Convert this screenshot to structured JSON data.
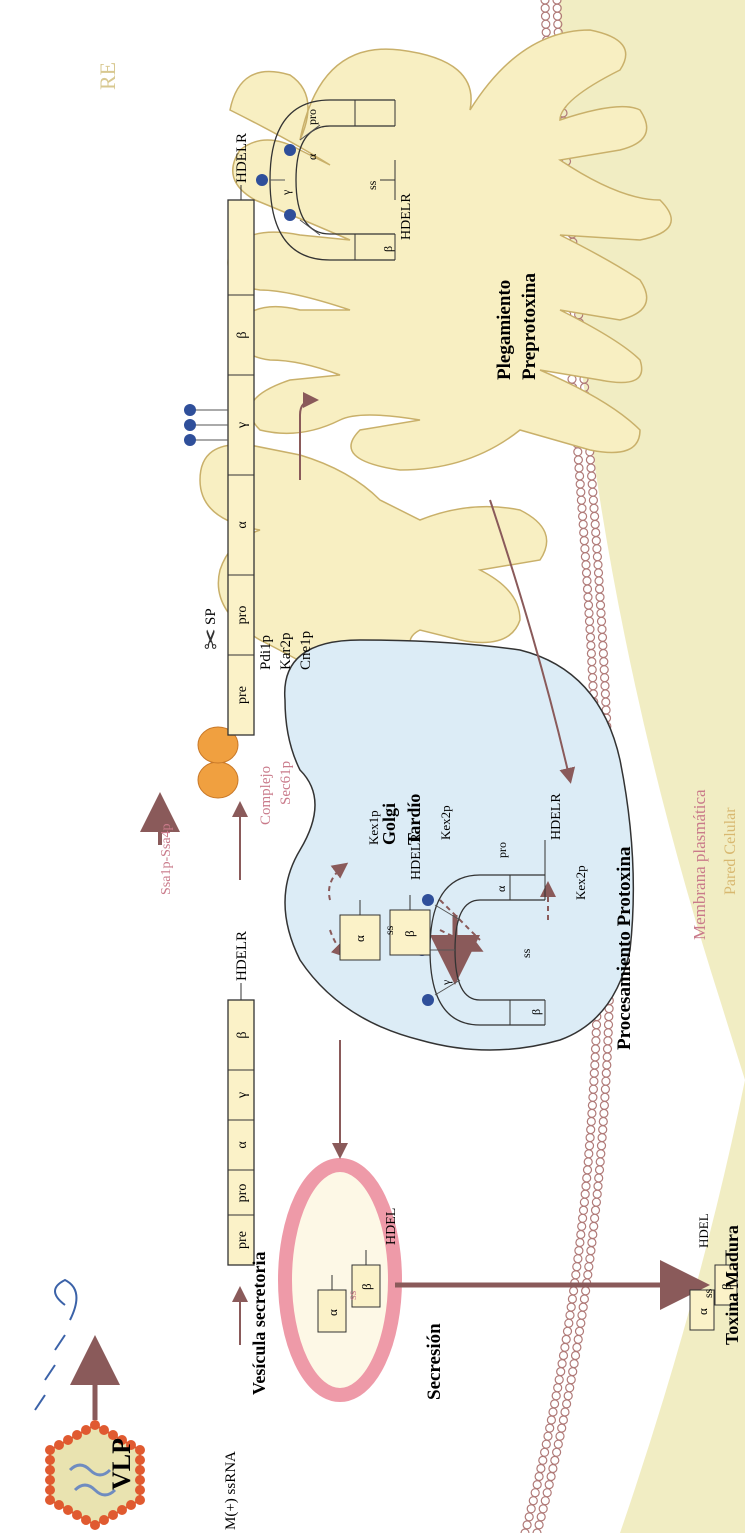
{
  "labels": {
    "vlp": "VLP",
    "mrna": "M(+) ssRNA",
    "ssa": "Ssa1p-Ssa4p",
    "complejo": "Complejo",
    "sec61": "Sec61p",
    "sp": "SP",
    "pdi": "Pdi1p",
    "kar": "Kar2p",
    "cne": "Cne1p",
    "re": "RE",
    "plegamiento": "Plegamiento",
    "preprotoxina": "Preprotoxina",
    "golgi": "Golgi",
    "tardio": "Tardío",
    "procesamiento": "Procesamiento Protoxina",
    "vesicula": "Vesícula secretoria",
    "secrecion": "Secresión",
    "toxina": "Toxina Madura",
    "membrana": "Membrana plasmática",
    "pared": "Pared Celular",
    "kex1": "Kex1p",
    "kex2a": "Kex2p",
    "kex2b": "Kex2p",
    "hdelr": "HDELR",
    "hdel": "HDEL",
    "ss": "ss"
  },
  "segments": {
    "pre": "pre",
    "pro": "pro",
    "alpha": "α",
    "gamma": "γ",
    "beta": "β"
  },
  "colors": {
    "er_fill": "#f8efc2",
    "er_stroke": "#c9b06a",
    "golgi_fill": "#dcecf6",
    "vesicle_ring": "#ee9aa8",
    "vesicle_fill": "#fdf8e6",
    "arrow": "#8a5a5a",
    "bead": "#b07a78",
    "translocon": "#f0a040",
    "glyco": "#2f4f9a",
    "vlp": "#e05a30",
    "pink_text": "#c97a8a",
    "wall": "#eee8b4"
  }
}
